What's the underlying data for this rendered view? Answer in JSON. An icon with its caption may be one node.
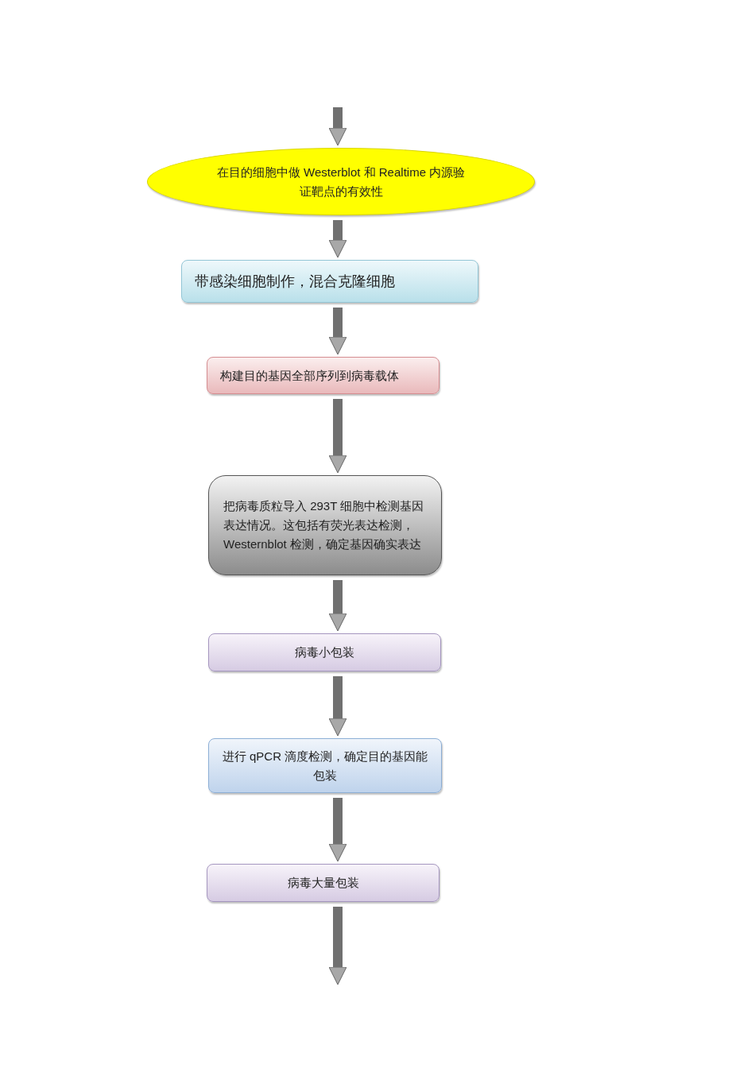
{
  "diagram": {
    "nodes": [
      {
        "text": [
          "在目的细胞中做 Westerblot 和 Realtime  内源验证靶点的有效性"
        ]
      },
      {
        "text": [
          "带感染细胞制作，混合克隆细胞"
        ]
      },
      {
        "text": [
          "构建目的基因全部序列到病毒载体"
        ]
      },
      {
        "text": [
          "把病毒质粒导入 293T 细胞中检测基因表达情况。这包括有荧光表达检测，Westernblot 检测，确定基因确实表达"
        ]
      },
      {
        "text": [
          "病毒小包装"
        ]
      },
      {
        "text": [
          "进行 qPCR 滴度检测，确定目的基因能包装"
        ]
      },
      {
        "text": [
          "病毒大量包装"
        ]
      }
    ],
    "edges": [
      {
        "from": null,
        "to": 0,
        "arrow": "to"
      },
      {
        "from": 0,
        "to": 1,
        "arrow": "to"
      },
      {
        "from": 1,
        "to": 2,
        "arrow": "to"
      },
      {
        "from": 2,
        "to": 3,
        "arrow": "to"
      },
      {
        "from": 3,
        "to": 4,
        "arrow": "to"
      },
      {
        "from": 4,
        "to": 5,
        "arrow": "to"
      },
      {
        "from": 5,
        "to": 6,
        "arrow": "to"
      },
      {
        "from": 6,
        "to": null,
        "arrow": "to"
      }
    ]
  }
}
